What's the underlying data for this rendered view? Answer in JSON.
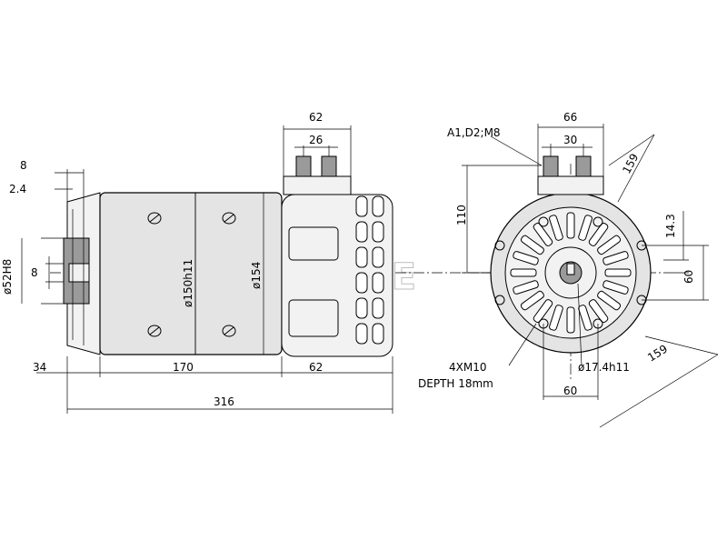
{
  "watermark": "MAHLE",
  "side_view": {
    "dims": {
      "top_width": "62",
      "top_terminal_spacing": "26",
      "shaft_end": "8",
      "shaft_offset": "2.4",
      "spigot_dia": "ø52H8",
      "key_width": "8",
      "body_dia": "ø150h11",
      "housing_dia": "ø154",
      "flange_length": "34",
      "body_length": "170",
      "rear_length": "62",
      "overall_length": "316"
    }
  },
  "end_view": {
    "dims": {
      "terminal_label": "A1,D2;M8",
      "top_width": "66",
      "terminal_spacing": "30",
      "terminal_height": "110",
      "diag_top": "159",
      "key_offset": "14.3",
      "bolt_vertical": "60",
      "diag_bottom": "159",
      "mount_thread": "4XM10",
      "mount_depth": "DEPTH  18mm",
      "shaft_dia": "ø17.4h11",
      "bolt_horizontal": "60"
    }
  }
}
